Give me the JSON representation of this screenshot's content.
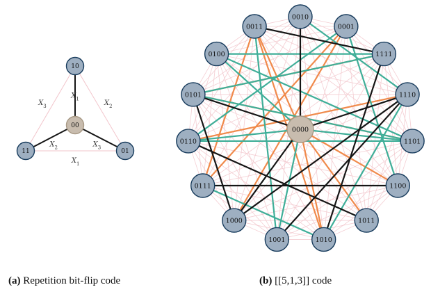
{
  "panels": [
    {
      "id": "a",
      "caption_label": "(a)",
      "caption_text": " Repetition bit-flip code",
      "center_node": "00",
      "outer_nodes": [
        "10",
        "01",
        "11"
      ],
      "spokes": [
        {
          "to": "10",
          "label": "X1"
        },
        {
          "to": "01",
          "label": "X3"
        },
        {
          "to": "11",
          "label": "X2"
        }
      ],
      "rim_edges": [
        {
          "from": "10",
          "to": "01",
          "label": "X2"
        },
        {
          "from": "10",
          "to": "11",
          "label": "X3"
        },
        {
          "from": "11",
          "to": "01",
          "label": "X1"
        }
      ]
    },
    {
      "id": "b",
      "caption_label": "(b)",
      "caption_text": " [[5,1,3]] code",
      "center_node": "0000",
      "outer_nodes": [
        "0010",
        "0001",
        "1111",
        "1110",
        "1101",
        "1100",
        "1011",
        "1010",
        "1001",
        "1000",
        "0111",
        "0110",
        "0101",
        "0100",
        "0011"
      ],
      "strong_edges": [
        {
          "from": "0000",
          "to": "0010",
          "type": "black"
        },
        {
          "from": "0000",
          "to": "1110",
          "type": "black"
        },
        {
          "from": "0000",
          "to": "0101",
          "type": "black"
        },
        {
          "from": "0000",
          "to": "1000",
          "type": "black"
        },
        {
          "from": "0000",
          "to": "0100",
          "type": "teal"
        },
        {
          "from": "0000",
          "to": "1101",
          "type": "teal"
        },
        {
          "from": "0000",
          "to": "0110",
          "type": "teal"
        },
        {
          "from": "0000",
          "to": "1001",
          "type": "teal"
        },
        {
          "from": "0000",
          "to": "0011",
          "type": "orange"
        },
        {
          "from": "0000",
          "to": "1100",
          "type": "orange"
        },
        {
          "from": "0000",
          "to": "1011",
          "type": "orange"
        },
        {
          "from": "0000",
          "to": "1010",
          "type": "orange"
        },
        {
          "from": "0011",
          "to": "1010",
          "type": "orange"
        },
        {
          "from": "0011",
          "to": "0111",
          "type": "orange"
        },
        {
          "from": "0001",
          "to": "0111",
          "type": "orange"
        },
        {
          "from": "0001",
          "to": "1000",
          "type": "orange"
        },
        {
          "from": "1111",
          "to": "0101",
          "type": "orange"
        },
        {
          "from": "1110",
          "to": "0110",
          "type": "orange"
        },
        {
          "from": "1101",
          "to": "0101",
          "type": "orange"
        },
        {
          "from": "0010",
          "to": "1110",
          "type": "teal"
        },
        {
          "from": "0001",
          "to": "0110",
          "type": "teal"
        },
        {
          "from": "0001",
          "to": "1100",
          "type": "teal"
        },
        {
          "from": "0011",
          "to": "1001",
          "type": "teal"
        },
        {
          "from": "1111",
          "to": "0100",
          "type": "teal"
        },
        {
          "from": "1111",
          "to": "0101",
          "type": "teal"
        },
        {
          "from": "1110",
          "to": "1010",
          "type": "teal"
        },
        {
          "from": "0100",
          "to": "1101",
          "type": "teal"
        },
        {
          "from": "0101",
          "to": "1101",
          "type": "teal"
        },
        {
          "from": "0110",
          "to": "1101",
          "type": "teal"
        },
        {
          "from": "0111",
          "to": "1010",
          "type": "teal"
        },
        {
          "from": "1000",
          "to": "0101",
          "type": "black"
        },
        {
          "from": "1001",
          "to": "1110",
          "type": "black"
        },
        {
          "from": "1010",
          "to": "1111",
          "type": "black"
        },
        {
          "from": "1011",
          "to": "0110",
          "type": "black"
        },
        {
          "from": "0111",
          "to": "1100",
          "type": "black"
        },
        {
          "from": "1000",
          "to": "1110",
          "type": "black"
        },
        {
          "from": "0011",
          "to": "1111",
          "type": "black"
        }
      ]
    }
  ],
  "colors": {
    "node_fill": "#9eafc1",
    "node_stroke": "#173b5c",
    "center_fill": "#c8bcae",
    "center_stroke": "#a89985",
    "faint_edge": "#f2c5cb",
    "black_edge": "#151515",
    "teal_edge": "#3fae98",
    "orange_edge": "#f08a4b"
  }
}
